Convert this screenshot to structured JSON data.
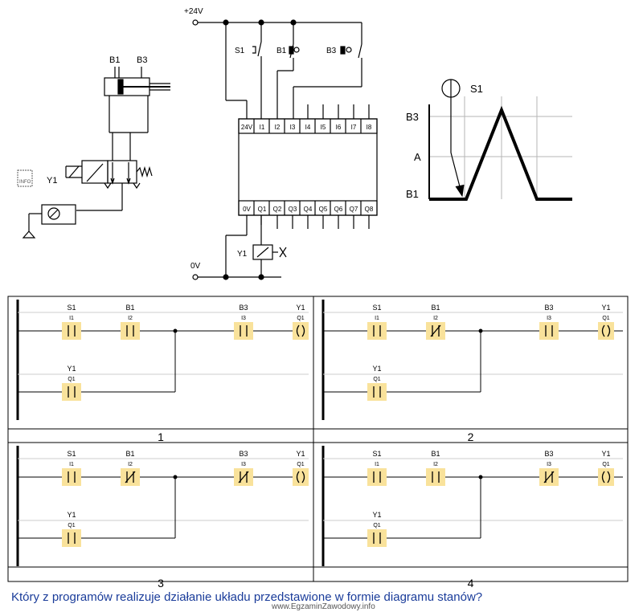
{
  "labels": {
    "supply_plus": "+24V",
    "supply_zero": "0V",
    "s1": "S1",
    "b1": "B1",
    "b3": "B3",
    "y1": "Y1",
    "plc_inputs": [
      "24V",
      "I1",
      "I2",
      "I3",
      "I4",
      "I5",
      "I6",
      "I7",
      "I8"
    ],
    "plc_outputs": [
      "0V",
      "Q1",
      "Q2",
      "Q3",
      "Q4",
      "Q5",
      "Q6",
      "Q7",
      "Q8"
    ],
    "state_levels": [
      "B3",
      "A",
      "B1"
    ],
    "info_icon": "INFO"
  },
  "ladder": {
    "i1": "I1",
    "i2": "I2",
    "i3": "I3",
    "q1": "Q1",
    "panels": [
      {
        "number": "1",
        "b1_contact": "NO",
        "b3_contact": "NO"
      },
      {
        "number": "2",
        "b1_contact": "NC",
        "b3_contact": "NO"
      },
      {
        "number": "3",
        "b1_contact": "NC",
        "b3_contact": "NC"
      },
      {
        "number": "4",
        "b1_contact": "NO",
        "b3_contact": "NC"
      }
    ]
  },
  "question": "Który z programów realizuje działanie układu przedstawione w formie diagramu stanów?",
  "watermark": "www.EgzaminZawodowy.info"
}
